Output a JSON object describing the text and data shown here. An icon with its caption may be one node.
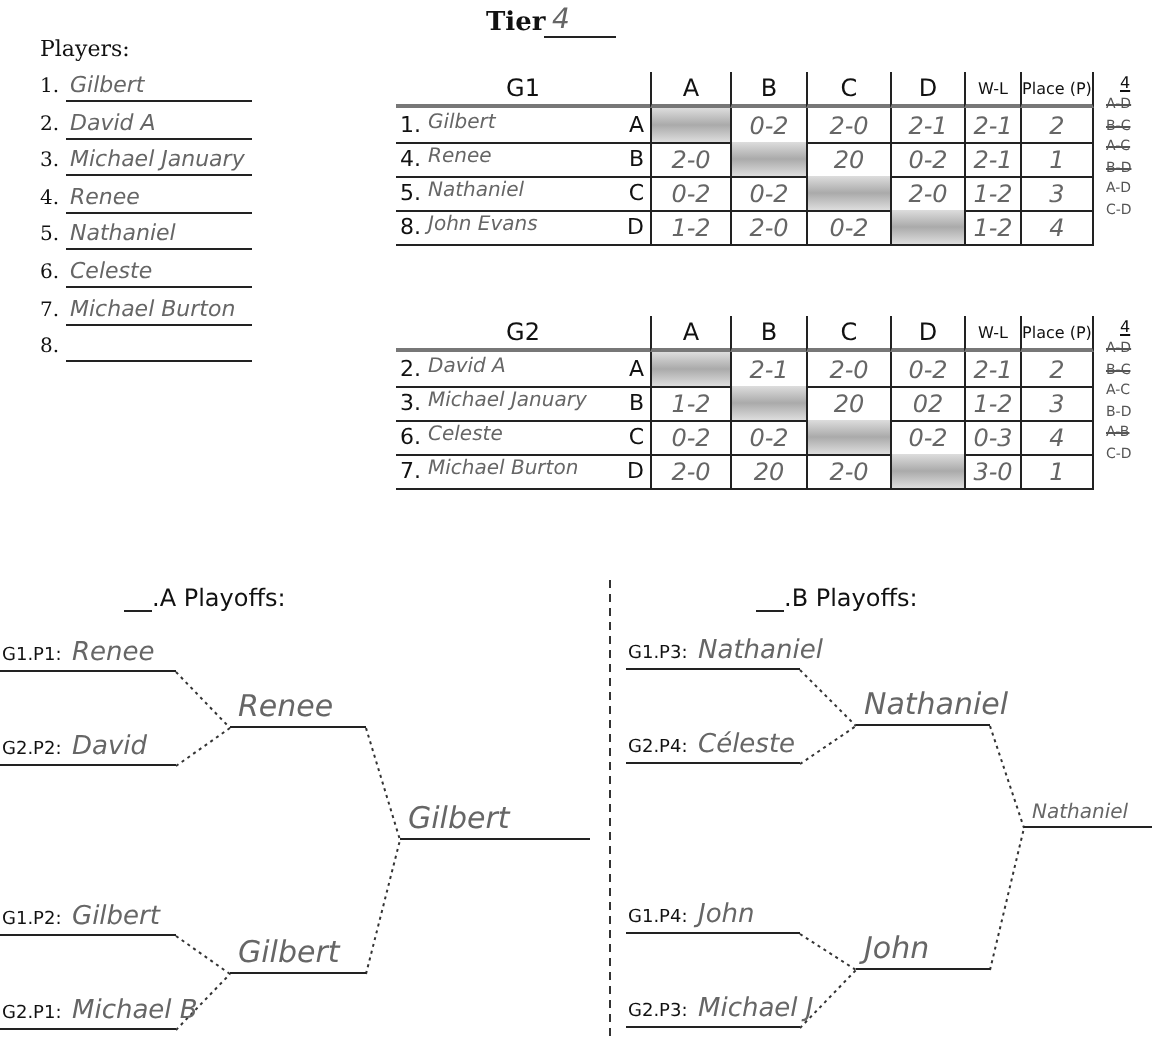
{
  "diagram": {
    "title": "Tier",
    "nodes": [
      {
        "text": [
          "G1.P1:",
          "Renee"
        ]
      },
      {
        "text": [
          "G2.P2:",
          "David"
        ]
      },
      {
        "text": [
          "Renee"
        ]
      },
      {
        "text": [
          "G1.P2:",
          "Gilbert"
        ]
      },
      {
        "text": [
          "G2.P1:",
          "Michael B"
        ]
      },
      {
        "text": [
          "Gilbert"
        ]
      },
      {
        "text": [
          "Gilbert"
        ]
      },
      {
        "text": [
          "G1.P3:",
          "Nathaniel"
        ]
      },
      {
        "text": [
          "G2.P4:",
          "Céleste"
        ]
      },
      {
        "text": [
          "Nathaniel"
        ]
      },
      {
        "text": [
          "G1.P4:",
          "John"
        ]
      },
      {
        "text": [
          "G2.P3:",
          "Michael J"
        ]
      },
      {
        "text": [
          "John"
        ]
      },
      {
        "text": [
          "Nathaniel"
        ]
      }
    ],
    "edges": [
      {
        "from": 0,
        "to": 2,
        "arrow": "none"
      },
      {
        "from": 1,
        "to": 2,
        "arrow": "none"
      },
      {
        "from": 3,
        "to": 5,
        "arrow": "none"
      },
      {
        "from": 4,
        "to": 5,
        "arrow": "none"
      },
      {
        "from": 2,
        "to": 6,
        "arrow": "none"
      },
      {
        "from": 5,
        "to": 6,
        "arrow": "none"
      },
      {
        "from": 7,
        "to": 9,
        "arrow": "none"
      },
      {
        "from": 8,
        "to": 9,
        "arrow": "none"
      },
      {
        "from": 10,
        "to": 12,
        "arrow": "none"
      },
      {
        "from": 11,
        "to": 12,
        "arrow": "none"
      },
      {
        "from": 9,
        "to": 13,
        "arrow": "none"
      },
      {
        "from": 12,
        "to": 13,
        "arrow": "none"
      }
    ],
    "labels": [
      "4",
      "Players:",
      "1.",
      "Gilbert",
      "2.",
      "David A",
      "3.",
      "Michael January",
      "4.",
      "Renee",
      "5.",
      "Nathaniel",
      "6.",
      "Celeste",
      "7.",
      "Michael Burton",
      "8.",
      "G1",
      "A",
      "B",
      "C",
      "D",
      "W-L",
      "Place (P)",
      "1.",
      "Gilbert",
      "A",
      "0-2",
      "2-0",
      "2-1",
      "2-1",
      "2",
      "4.",
      "Renee",
      "B",
      "2-0",
      "20",
      "0-2",
      "2-1",
      "1",
      "5.",
      "Nathaniel",
      "C",
      "0-2",
      "0-2",
      "2-0",
      "1-2",
      "3",
      "8.",
      "John Evans",
      "D",
      "1-2",
      "2-0",
      "0-2",
      "1-2",
      "4",
      "4",
      "A-D",
      "B-C",
      "A-C",
      "B-D",
      "A-D",
      "C-D",
      "G2",
      "A",
      "B",
      "C",
      "D",
      "W-L",
      "Place (P)",
      "2.",
      "David A",
      "A",
      "2-1",
      "2-0",
      "0-2",
      "2-1",
      "2",
      "3.",
      "Michael January",
      "B",
      "1-2",
      "20",
      "02",
      "1-2",
      "3",
      "6.",
      "Celeste",
      "C",
      "0-2",
      "0-2",
      "0-2",
      "0-3",
      "4",
      "7.",
      "Michael Burton",
      "D",
      "2-0",
      "20",
      "2-0",
      "3-0",
      "1",
      "4",
      "A-D",
      "B-C",
      "A-C",
      "B-D",
      "A-B",
      "C-D",
      ".A Playoffs:",
      ".B Playoffs:"
    ]
  }
}
